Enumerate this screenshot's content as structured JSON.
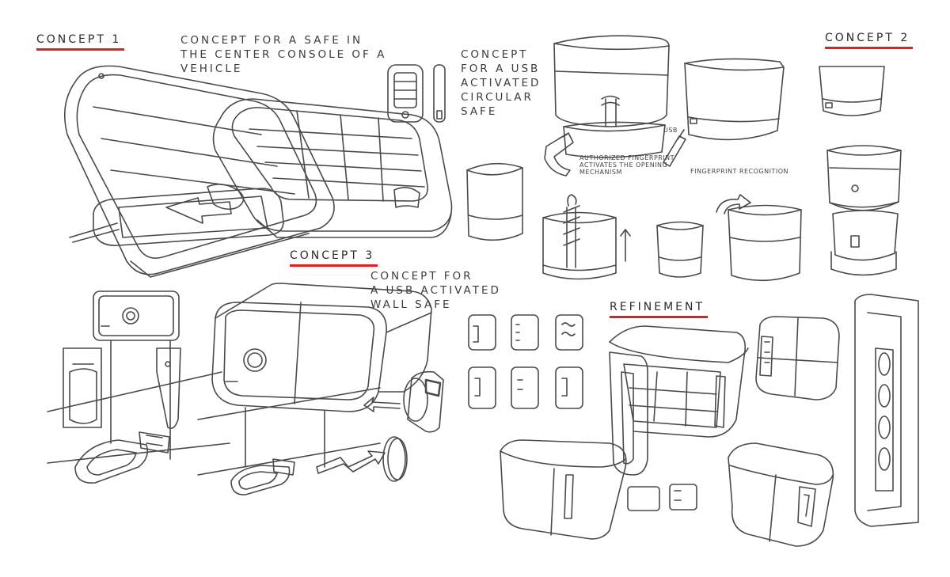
{
  "headings": {
    "concept1": "CONCEPT 1",
    "concept2": "CONCEPT 2",
    "concept3": "CONCEPT 3",
    "refinement": "REFINEMENT"
  },
  "captions": {
    "vehicle_safe": "CONCEPT FOR A SAFE IN\nTHE CENTER CONSOLE OF A\nVEHICLE",
    "circular_safe": "CONCEPT\nFOR A USB\nACTIVATED\nCIRCULAR\nSAFE",
    "wall_safe": "CONCEPT FOR\nA USB ACTIVATED\nWALL SAFE"
  },
  "annotations": {
    "fingerprint_mechanism": "AUTHORIZED FINGERPRINT\nACTIVATES THE OPENING\nMECHANISM",
    "usb": "USB",
    "fingerprint_recognition": "FINGERPRINT RECOGNITION"
  },
  "colors": {
    "accent_underline": "#e0201c",
    "sketch_line": "#4a4a4a",
    "paper": "#ffffff"
  }
}
